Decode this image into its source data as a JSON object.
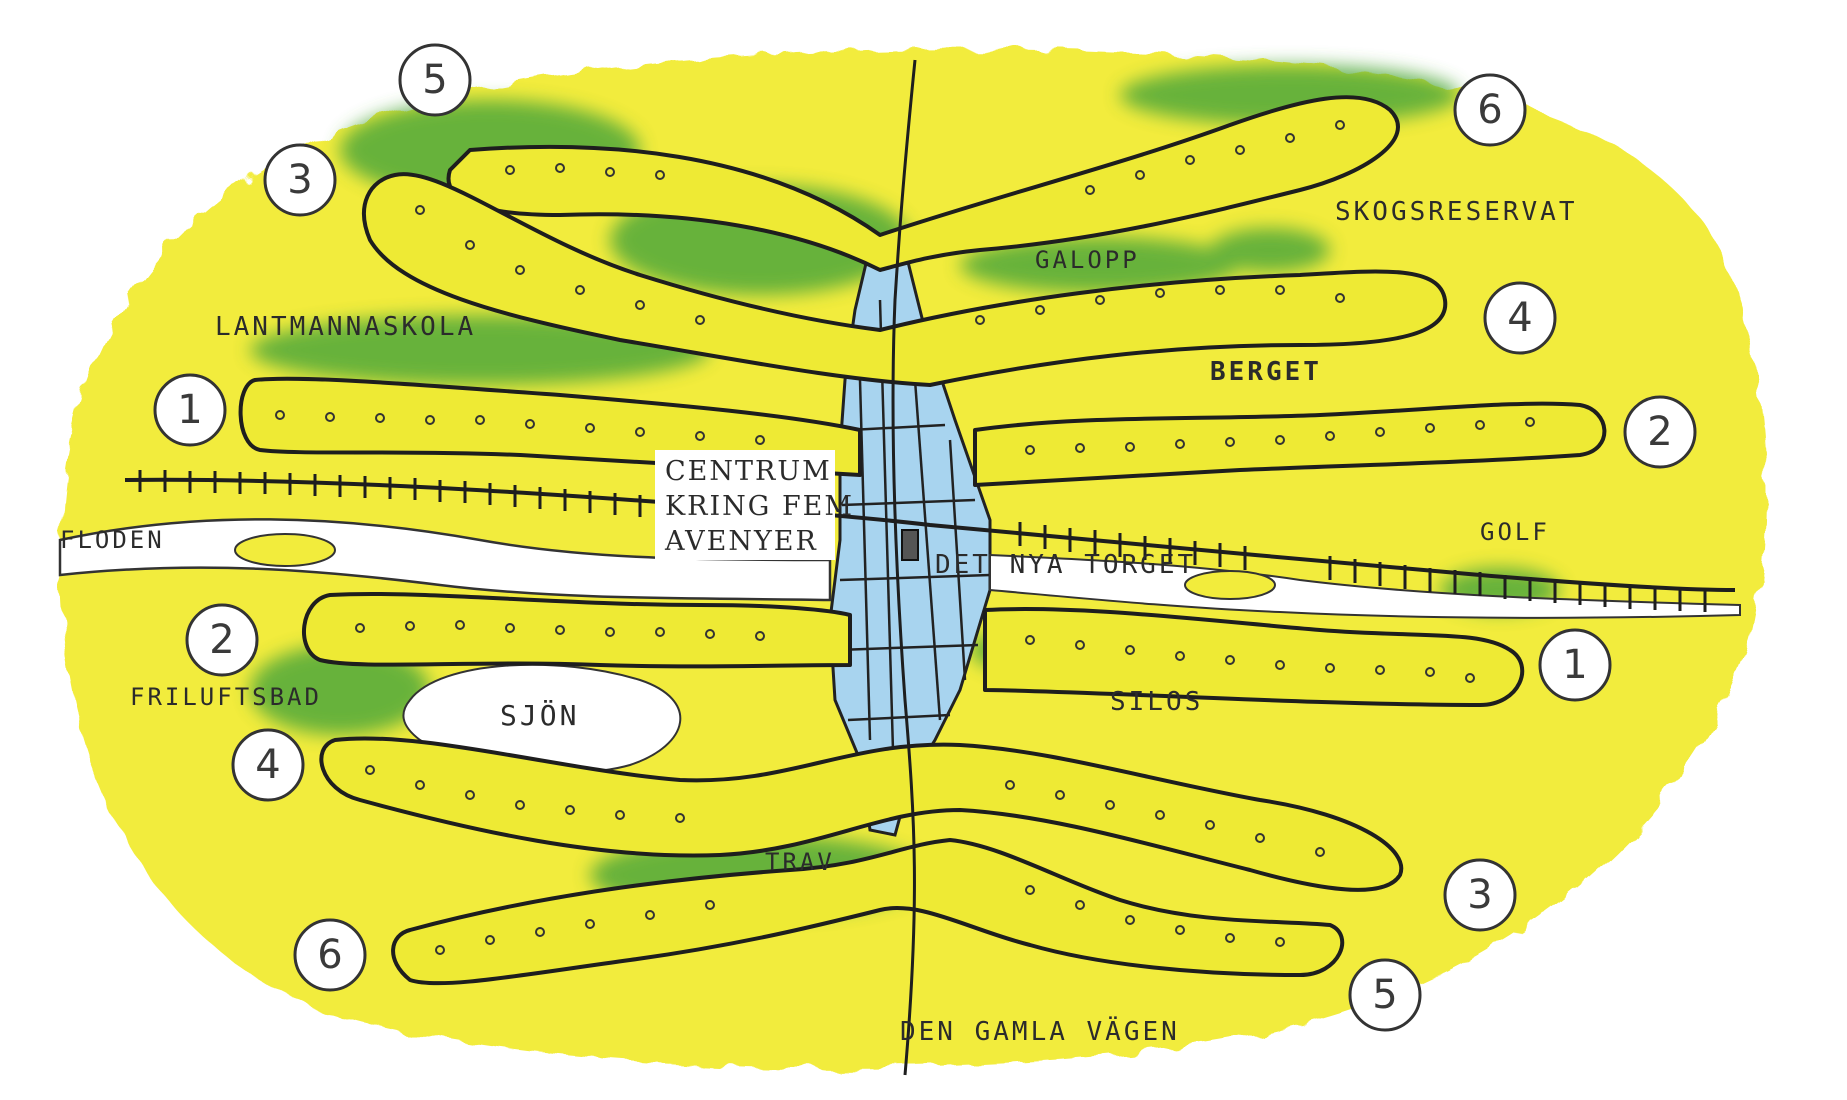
{
  "colors": {
    "yellow_wash": "#f2ec3c",
    "band_fill": "#eeea34",
    "green_wash": "#4fa83a",
    "blue_center": "#a8d4ef",
    "ink": "#262626"
  },
  "labels": {
    "centrum_line1": "CENTRUM",
    "centrum_line2": "KRING FEM",
    "centrum_line3": "AVENYER",
    "torget": "DET NYA TORGET",
    "floden": "FLODEN",
    "golf": "GOLF",
    "berget": "BERGET",
    "lantmannaskola": "LANTMANNASKOLA",
    "galopp": "GALOPP",
    "skogsreservat": "SKOGSRESERVAT",
    "friluftsbad": "FRILUFTSBAD",
    "sjon": "SJÖN",
    "silos": "SILOS",
    "trav": "TRAV",
    "vagen": "DEN GAMLA VÄGEN"
  },
  "markers": {
    "left": [
      "5",
      "3",
      "1",
      "2",
      "4",
      "6"
    ],
    "right": [
      "6",
      "4",
      "2",
      "1",
      "3",
      "5"
    ]
  },
  "icons": {
    "railway": "railway-track-icon",
    "river": "river-shape",
    "station": "station-building-icon"
  }
}
